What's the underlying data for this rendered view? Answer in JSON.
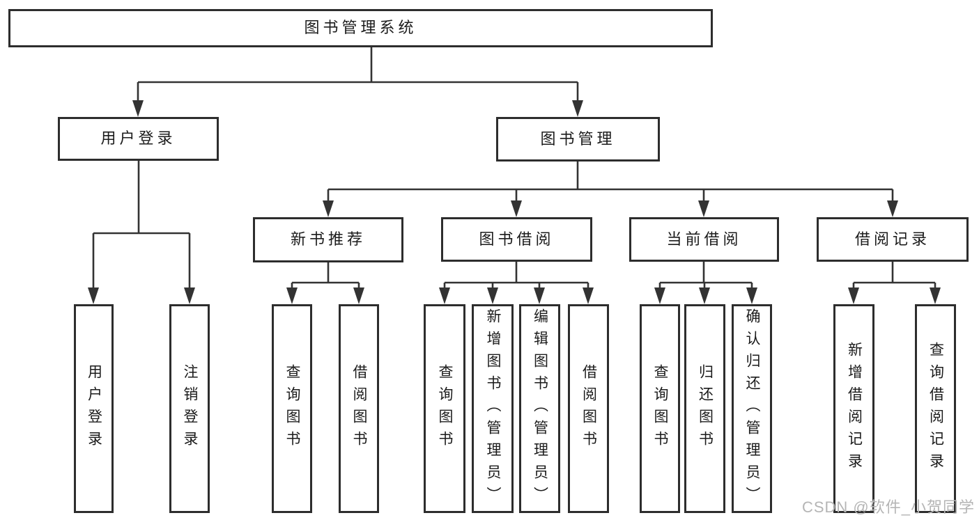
{
  "tree": {
    "label": "图书管理系统",
    "children": [
      {
        "label": "用户登录",
        "children": [
          {
            "label": "用户登录"
          },
          {
            "label": "注销登录"
          }
        ]
      },
      {
        "label": "图书管理",
        "children": [
          {
            "label": "新书推荐",
            "children": [
              {
                "label": "查询图书"
              },
              {
                "label": "借阅图书"
              }
            ]
          },
          {
            "label": "图书借阅",
            "children": [
              {
                "label": "查询图书"
              },
              {
                "label": "新增图书（管理员）"
              },
              {
                "label": "编辑图书（管理员）"
              },
              {
                "label": "借阅图书"
              }
            ]
          },
          {
            "label": "当前借阅",
            "children": [
              {
                "label": "查询图书"
              },
              {
                "label": "归还图书"
              },
              {
                "label": "确认归还（管理员）"
              }
            ]
          },
          {
            "label": "借阅记录",
            "children": [
              {
                "label": "新增借阅记录"
              },
              {
                "label": "查询借阅记录"
              }
            ]
          }
        ]
      }
    ]
  },
  "watermark": "CSDN @软件_小贺同学",
  "colors": {
    "line": "#2d2d2d",
    "text": "#1b1b1b",
    "background": "#ffffff",
    "watermark": "#b5b5b5"
  }
}
